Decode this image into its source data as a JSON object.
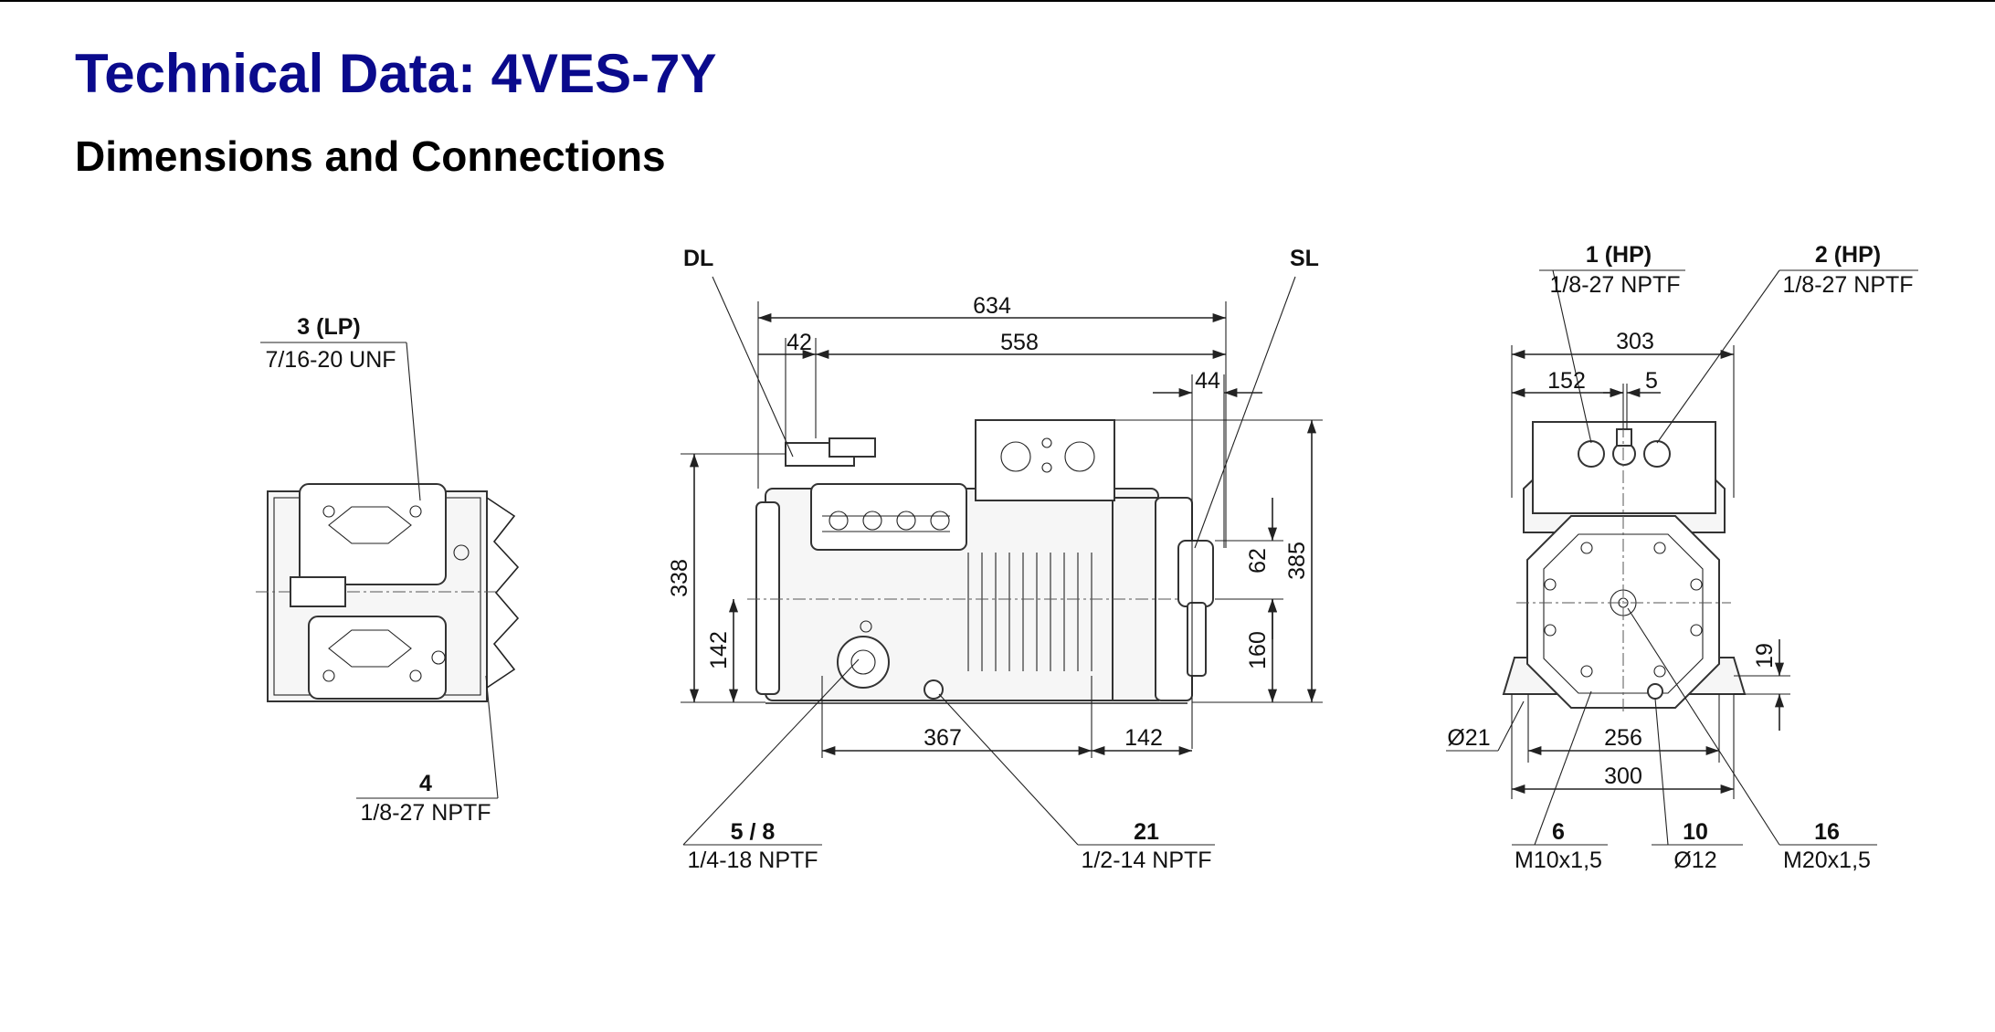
{
  "page": {
    "title": "Technical Data: 4VES-7Y",
    "subtitle": "Dimensions and Connections"
  },
  "views": {
    "top": {
      "callouts": [
        {
          "id": "3 (LP)",
          "spec": "7/16-20 UNF"
        },
        {
          "id": "4",
          "spec": "1/8-27 NPTF"
        }
      ]
    },
    "side": {
      "labels": [
        "DL",
        "SL"
      ],
      "dimensions": [
        "634",
        "42",
        "558",
        "44",
        "338",
        "142",
        "62",
        "385",
        "160",
        "367",
        "142"
      ],
      "callouts": [
        {
          "id": "5 / 8",
          "spec": "1/4-18 NPTF"
        },
        {
          "id": "21",
          "spec": "1/2-14 NPTF"
        }
      ]
    },
    "end": {
      "dimensions": [
        "303",
        "152",
        "5",
        "19",
        "Ø21",
        "256",
        "300"
      ],
      "callouts": [
        {
          "id": "1 (HP)",
          "spec": "1/8-27 NPTF"
        },
        {
          "id": "2 (HP)",
          "spec": "1/8-27 NPTF"
        },
        {
          "id": "6",
          "spec": "M10x1,5"
        },
        {
          "id": "10",
          "spec": "Ø12"
        },
        {
          "id": "16",
          "spec": "M20x1,5"
        }
      ]
    }
  }
}
